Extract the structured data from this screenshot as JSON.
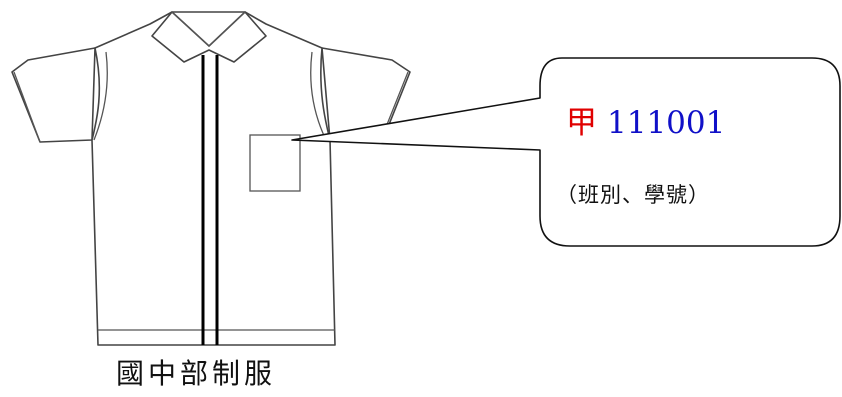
{
  "callout": {
    "class_char": "甲",
    "number": "111001",
    "note": "（班別、學號）"
  },
  "caption": "國中部制服",
  "colors": {
    "class_char": "#e00000",
    "number": "#1010c8",
    "outline": "#444444",
    "zipper": "#000000"
  }
}
